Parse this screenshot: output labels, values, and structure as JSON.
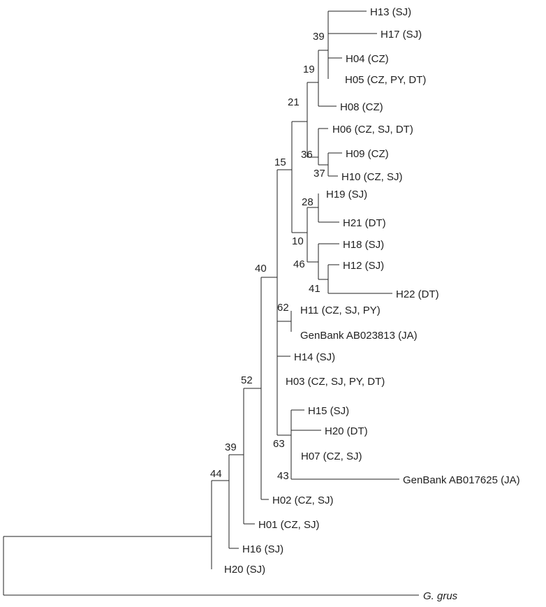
{
  "tree": {
    "taxa": {
      "H13": "H13 (SJ)",
      "H17": "H17 (SJ)",
      "H04": "H04 (CZ)",
      "H05": "H05 (CZ, PY, DT)",
      "H08": "H08 (CZ)",
      "H06": "H06 (CZ, SJ, DT)",
      "H09": "H09 (CZ)",
      "H10": "H10 (CZ, SJ)",
      "H19": "H19 (SJ)",
      "H21": "H21 (DT)",
      "H18": "H18 (SJ)",
      "H12": "H12 (SJ)",
      "H22": "H22 (DT)",
      "H11": "H11 (CZ, SJ, PY)",
      "AB023813": "GenBank AB023813 (JA)",
      "H14": "H14 (SJ)",
      "H03": "H03 (CZ, SJ, PY, DT)",
      "H15": "H15 (SJ)",
      "H20DT": "H20 (DT)",
      "H07": "H07 (CZ, SJ)",
      "AB017625": "GenBank AB017625 (JA)",
      "H02": "H02 (CZ, SJ)",
      "H01": "H01 (CZ, SJ)",
      "H16": "H16 (SJ)",
      "H20SJ": "H20 (SJ)",
      "outgroup": "G. grus"
    },
    "bootstrap": {
      "n39a": "39",
      "n19": "19",
      "n21": "21",
      "n36": "36",
      "n37": "37",
      "n15": "15",
      "n28": "28",
      "n10": "10",
      "n46": "46",
      "n41": "41",
      "n40": "40",
      "n62": "62",
      "n52": "52",
      "n63": "63",
      "n43": "43",
      "n39b": "39",
      "n44": "44"
    }
  }
}
